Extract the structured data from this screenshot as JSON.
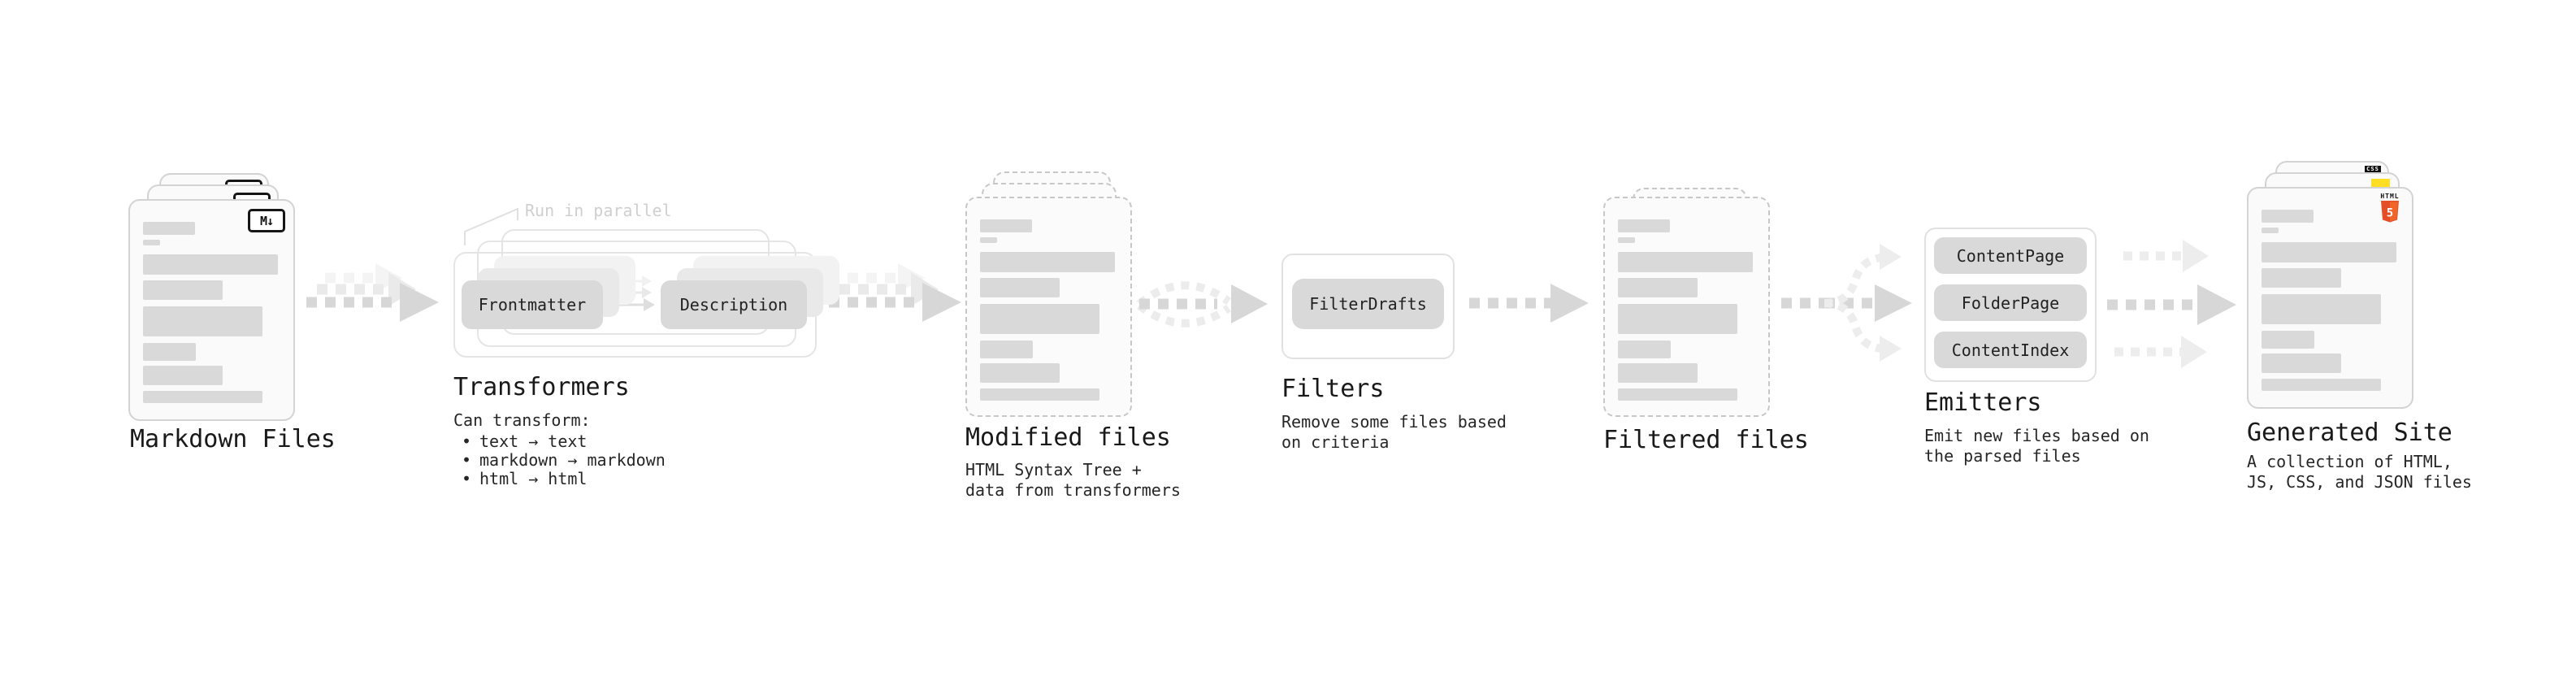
{
  "colors": {
    "doc_bar": "#d9d9d9",
    "arrow_main": "#d7d7d7",
    "arrow_ghost": "#ececec",
    "html5_orange": "#E44D26",
    "html5_orange_light": "#F16529",
    "css_blue": "#2965F1",
    "js_yellow": "#FFDE24",
    "badge_ink": "#161616"
  },
  "markdown_files": {
    "label": "Markdown Files",
    "badge": "M↓"
  },
  "transformers": {
    "note": "Run in parallel",
    "left_box": "Frontmatter",
    "right_box": "Description",
    "heading": "Transformers",
    "intro": "Can transform:",
    "bullet_glyph": "•",
    "bullets": [
      "text → text",
      "markdown → markdown",
      "html → html"
    ]
  },
  "modified_files": {
    "heading": "Modified files",
    "desc": [
      "HTML Syntax Tree +",
      "data from transformers"
    ]
  },
  "filters": {
    "box": "FilterDrafts",
    "heading": "Filters",
    "desc": [
      "Remove some files based",
      "on criteria"
    ]
  },
  "filtered_files": {
    "heading": "Filtered files"
  },
  "emitters": {
    "boxes": [
      "ContentPage",
      "FolderPage",
      "ContentIndex"
    ],
    "heading": "Emitters",
    "desc": [
      "Emit new files based on",
      "the parsed files"
    ]
  },
  "generated_site": {
    "heading": "Generated Site",
    "desc": [
      "A collection of HTML,",
      "JS, CSS, and JSON files"
    ],
    "css_badge": "CSS",
    "html5_word": "HTML",
    "html5_number": "5"
  }
}
